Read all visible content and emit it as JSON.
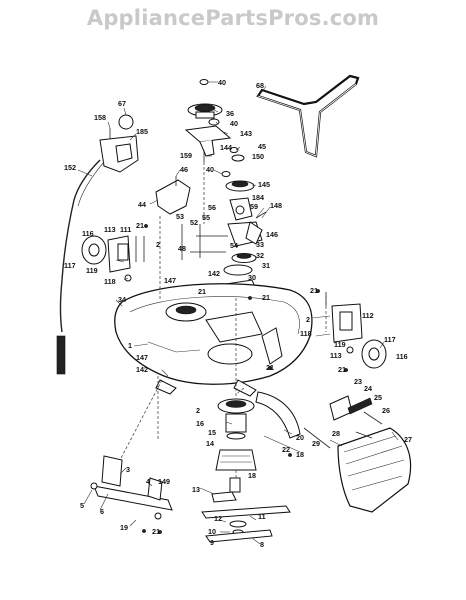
{
  "watermark": "AppliancePartsPros.com",
  "callouts": [
    {
      "id": "c40a",
      "text": "40"
    },
    {
      "id": "c68",
      "text": "68"
    },
    {
      "id": "c67",
      "text": "67"
    },
    {
      "id": "c36",
      "text": "36"
    },
    {
      "id": "c158",
      "text": "158"
    },
    {
      "id": "c40b",
      "text": "40"
    },
    {
      "id": "c185",
      "text": "185"
    },
    {
      "id": "c143",
      "text": "143"
    },
    {
      "id": "c45",
      "text": "45"
    },
    {
      "id": "c144",
      "text": "144"
    },
    {
      "id": "c159",
      "text": "159"
    },
    {
      "id": "c150",
      "text": "150"
    },
    {
      "id": "c152",
      "text": "152"
    },
    {
      "id": "c46",
      "text": "46"
    },
    {
      "id": "c40c",
      "text": "40"
    },
    {
      "id": "c145",
      "text": "145"
    },
    {
      "id": "c44",
      "text": "44"
    },
    {
      "id": "c184",
      "text": "184"
    },
    {
      "id": "c56",
      "text": "56"
    },
    {
      "id": "c59",
      "text": "59"
    },
    {
      "id": "c148",
      "text": "148"
    },
    {
      "id": "c53",
      "text": "53"
    },
    {
      "id": "c55",
      "text": "55"
    },
    {
      "id": "c52",
      "text": "52"
    },
    {
      "id": "c116a",
      "text": "116"
    },
    {
      "id": "c113a",
      "text": "113"
    },
    {
      "id": "c111",
      "text": "111"
    },
    {
      "id": "c21a",
      "text": "21"
    },
    {
      "id": "c146",
      "text": "146"
    },
    {
      "id": "c2a",
      "text": "2"
    },
    {
      "id": "c48",
      "text": "48"
    },
    {
      "id": "c54",
      "text": "54"
    },
    {
      "id": "c33",
      "text": "33"
    },
    {
      "id": "c117a",
      "text": "117"
    },
    {
      "id": "c119a",
      "text": "119"
    },
    {
      "id": "c32",
      "text": "32"
    },
    {
      "id": "c31",
      "text": "31"
    },
    {
      "id": "c118a",
      "text": "118"
    },
    {
      "id": "c147a",
      "text": "147"
    },
    {
      "id": "c142a",
      "text": "142"
    },
    {
      "id": "c30",
      "text": "30"
    },
    {
      "id": "c21b",
      "text": "21"
    },
    {
      "id": "c34",
      "text": "34"
    },
    {
      "id": "c21c",
      "text": "21"
    },
    {
      "id": "c21d",
      "text": "21"
    },
    {
      "id": "c2b",
      "text": "2"
    },
    {
      "id": "c112",
      "text": "112"
    },
    {
      "id": "c118b",
      "text": "118"
    },
    {
      "id": "c1",
      "text": "1"
    },
    {
      "id": "c147b",
      "text": "147"
    },
    {
      "id": "c119b",
      "text": "119"
    },
    {
      "id": "c117b",
      "text": "117"
    },
    {
      "id": "c113b",
      "text": "113"
    },
    {
      "id": "c116b",
      "text": "116"
    },
    {
      "id": "c142b",
      "text": "142"
    },
    {
      "id": "c21e",
      "text": "21"
    },
    {
      "id": "c21f",
      "text": "21"
    },
    {
      "id": "c23",
      "text": "23"
    },
    {
      "id": "c24",
      "text": "24"
    },
    {
      "id": "c25",
      "text": "25"
    },
    {
      "id": "c2c",
      "text": "2"
    },
    {
      "id": "c26",
      "text": "26"
    },
    {
      "id": "c16",
      "text": "16"
    },
    {
      "id": "c15",
      "text": "15"
    },
    {
      "id": "c20",
      "text": "20"
    },
    {
      "id": "c28",
      "text": "28"
    },
    {
      "id": "c27",
      "text": "27"
    },
    {
      "id": "c14",
      "text": "14"
    },
    {
      "id": "c29",
      "text": "29"
    },
    {
      "id": "c22",
      "text": "22"
    },
    {
      "id": "c18a",
      "text": "18"
    },
    {
      "id": "c3",
      "text": "3"
    },
    {
      "id": "c18b",
      "text": "18"
    },
    {
      "id": "c4",
      "text": "4"
    },
    {
      "id": "c149",
      "text": "149"
    },
    {
      "id": "c13",
      "text": "13"
    },
    {
      "id": "c5",
      "text": "5"
    },
    {
      "id": "c6",
      "text": "6"
    },
    {
      "id": "c12",
      "text": "12"
    },
    {
      "id": "c11",
      "text": "11"
    },
    {
      "id": "c10",
      "text": "10"
    },
    {
      "id": "c19",
      "text": "19"
    },
    {
      "id": "c21g",
      "text": "21"
    },
    {
      "id": "c9",
      "text": "9"
    },
    {
      "id": "c8",
      "text": "8"
    }
  ]
}
